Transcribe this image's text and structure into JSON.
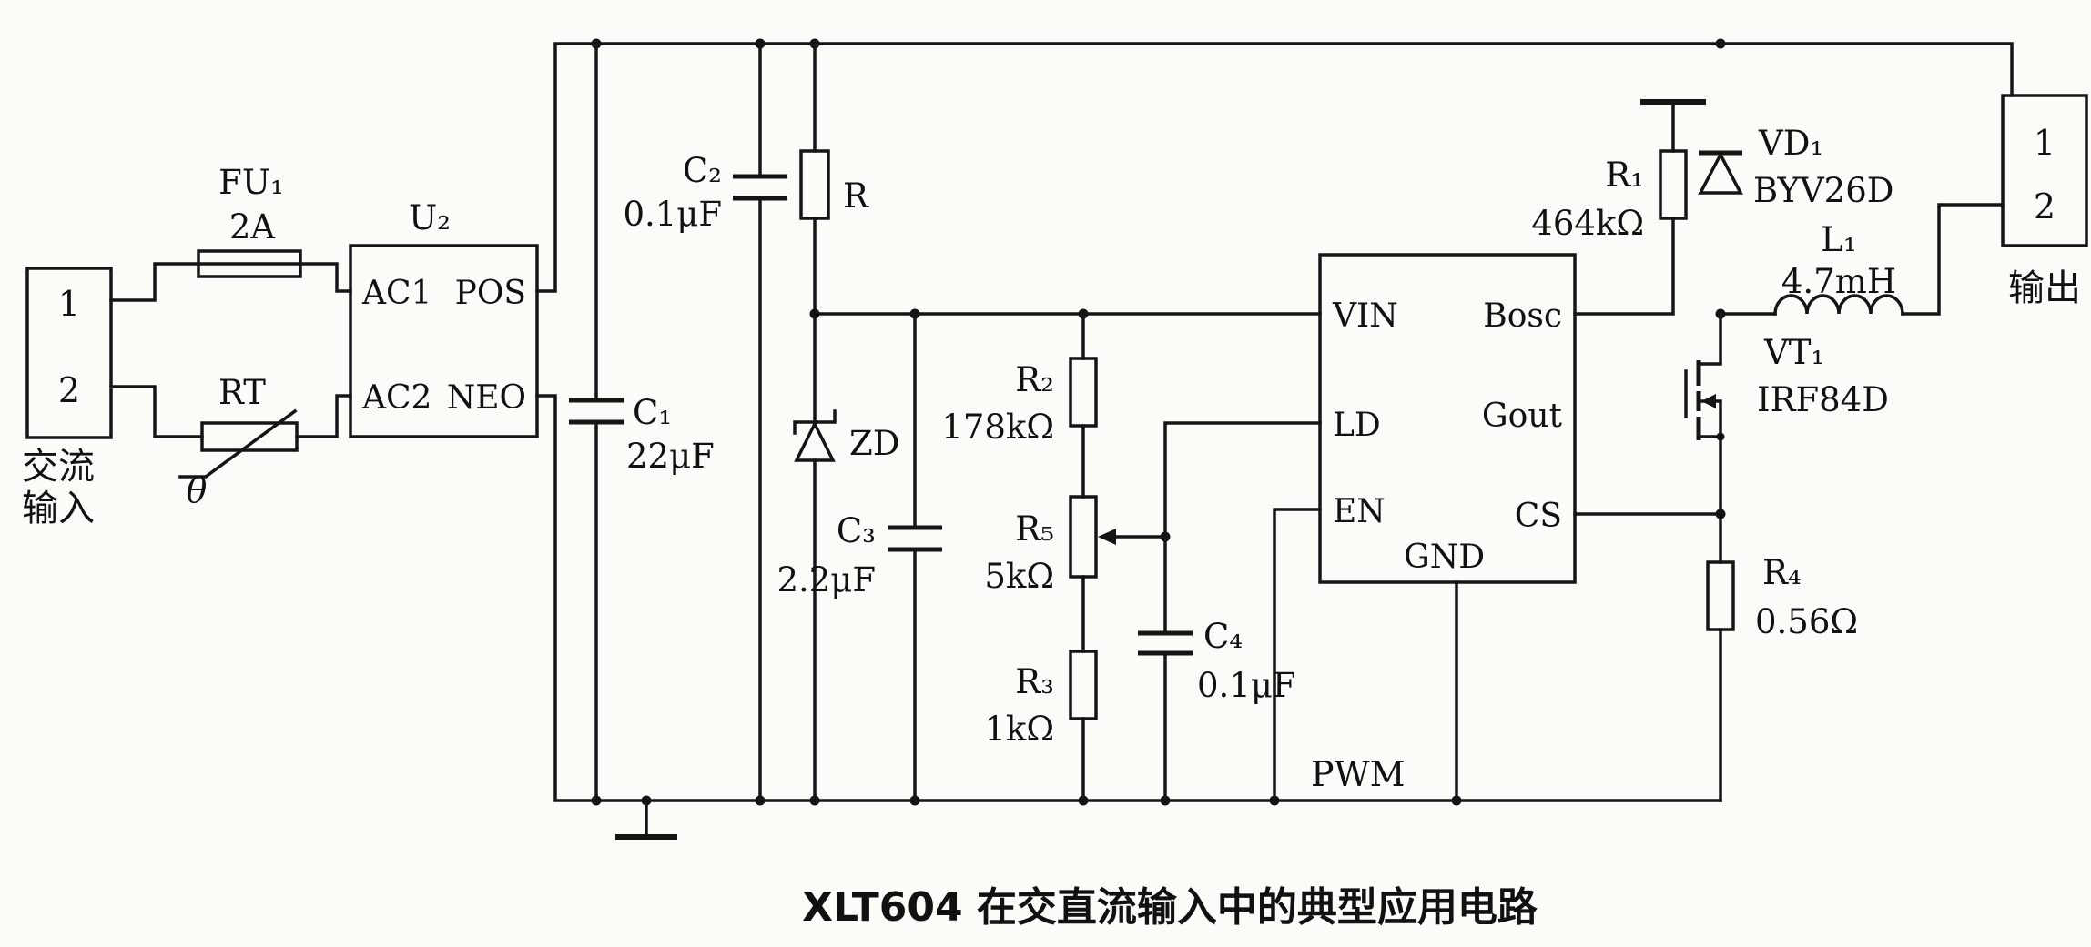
{
  "caption": "XLT604 在交直流输入中的典型应用电路",
  "input": {
    "pin1": "1",
    "pin2": "2",
    "label1": "交流",
    "label2": "输入"
  },
  "fuse": {
    "ref": "FU₁",
    "value": "2A"
  },
  "thermistor": {
    "ref": "RT",
    "theta": "θ"
  },
  "bridge": {
    "ref": "U₂",
    "ac1": "AC1",
    "pos": "POS",
    "ac2": "AC2",
    "neo": "NEO"
  },
  "c1": {
    "ref": "C₁",
    "value": "22μF"
  },
  "c2": {
    "ref": "C₂",
    "value": "0.1μF"
  },
  "c3": {
    "ref": "C₃",
    "value": "2.2μF"
  },
  "c4": {
    "ref": "C₄",
    "value": "0.1μF"
  },
  "r": {
    "ref": "R"
  },
  "zd": {
    "ref": "ZD"
  },
  "r1": {
    "ref": "R₁",
    "value": "464kΩ"
  },
  "r2": {
    "ref": "R₂",
    "value": "178kΩ"
  },
  "r3": {
    "ref": "R₃",
    "value": "1kΩ"
  },
  "r4": {
    "ref": "R₄",
    "value": "0.56Ω"
  },
  "r5": {
    "ref": "R₅",
    "value": "5kΩ"
  },
  "ic": {
    "name": "PWM",
    "vin": "VIN",
    "ld": "LD",
    "en": "EN",
    "gnd": "GND",
    "bosc": "Bosc",
    "gout": "Gout",
    "cs": "CS"
  },
  "vd1": {
    "ref": "VD₁",
    "part": "BYV26D"
  },
  "vt1": {
    "ref": "VT₁",
    "part": "IRF84D"
  },
  "l1": {
    "ref": "L₁",
    "value": "4.7mH"
  },
  "output": {
    "pin1": "1",
    "pin2": "2",
    "label": "输出"
  }
}
